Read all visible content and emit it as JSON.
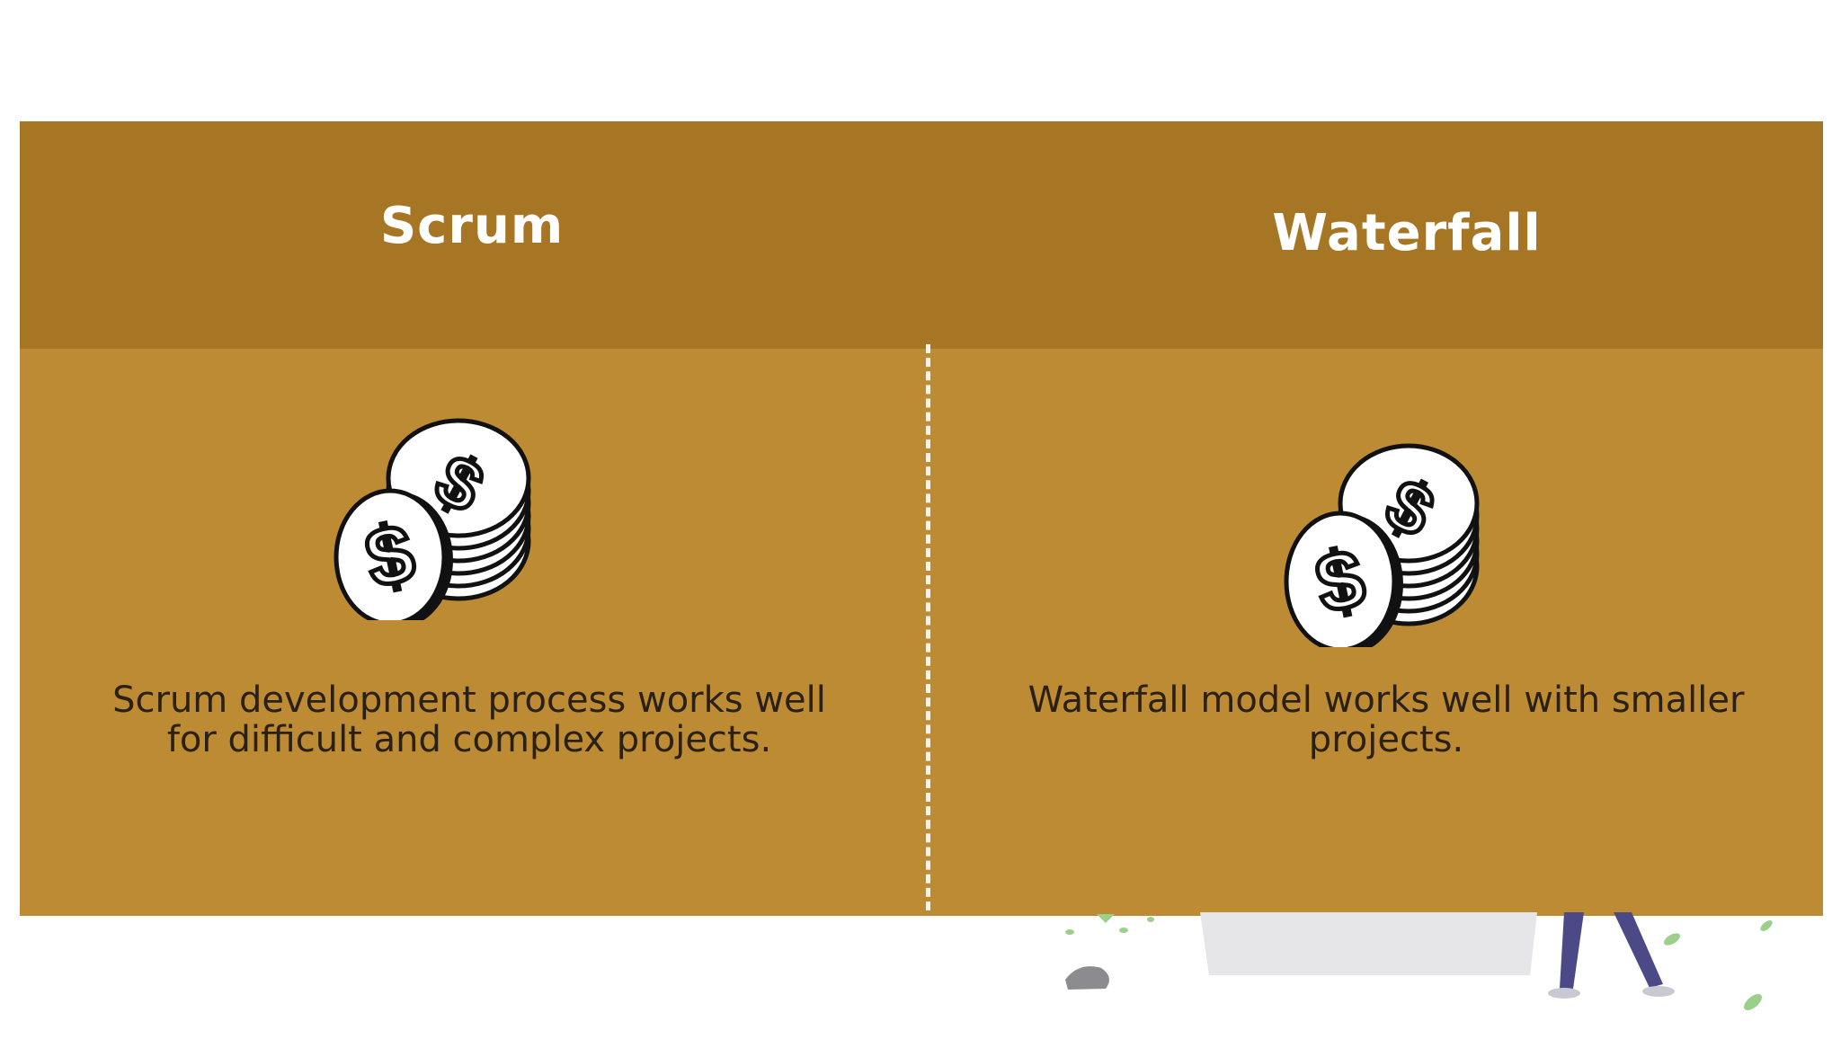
{
  "columns": [
    {
      "title": "Scrum",
      "icon": "dollar-coins-icon",
      "description_lines": [
        "Scrum development process works well",
        "for difficult and complex projects."
      ]
    },
    {
      "title": "Waterfall",
      "icon": "dollar-coins-icon",
      "description_lines": [
        "Waterfall model works well with smaller",
        "projects."
      ]
    }
  ],
  "colors": {
    "header": "#a67624",
    "body": "#bd8b33",
    "title_text": "#ffffff",
    "body_text": "#2b2014",
    "divider": "#fbf3e2"
  }
}
